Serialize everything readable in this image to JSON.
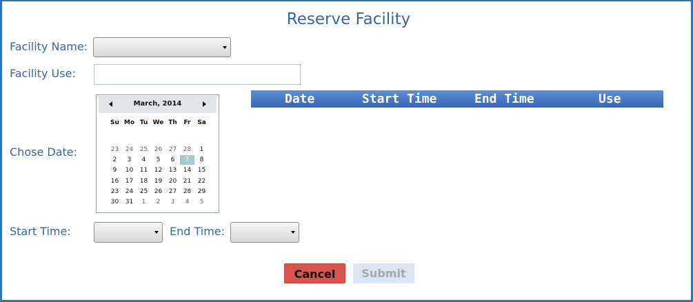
{
  "page": {
    "title": "Reserve Facility"
  },
  "form": {
    "facility_name_label": "Facility Name:",
    "facility_name_value": "",
    "facility_use_label": "Facility Use:",
    "facility_use_value": "",
    "chose_date_label": "Chose Date:",
    "start_time_label": "Start Time:",
    "start_time_value": "",
    "end_time_label": "End Time:",
    "end_time_value": ""
  },
  "calendar": {
    "month_label": "March, 2014",
    "weekdays": [
      "Su",
      "Mo",
      "Tu",
      "We",
      "Th",
      "Fr",
      "Sa"
    ],
    "selected_day": "7",
    "weeks": [
      [
        {
          "d": "23",
          "o": true
        },
        {
          "d": "24",
          "o": true
        },
        {
          "d": "25",
          "o": true
        },
        {
          "d": "26",
          "o": true
        },
        {
          "d": "27",
          "o": true
        },
        {
          "d": "28",
          "o": true
        },
        {
          "d": "1",
          "o": false
        }
      ],
      [
        {
          "d": "2",
          "o": false
        },
        {
          "d": "3",
          "o": false
        },
        {
          "d": "4",
          "o": false
        },
        {
          "d": "5",
          "o": false
        },
        {
          "d": "6",
          "o": false
        },
        {
          "d": "7",
          "o": false
        },
        {
          "d": "8",
          "o": false
        }
      ],
      [
        {
          "d": "9",
          "o": false
        },
        {
          "d": "10",
          "o": false
        },
        {
          "d": "11",
          "o": false
        },
        {
          "d": "12",
          "o": false
        },
        {
          "d": "13",
          "o": false
        },
        {
          "d": "14",
          "o": false
        },
        {
          "d": "15",
          "o": false
        }
      ],
      [
        {
          "d": "16",
          "o": false
        },
        {
          "d": "17",
          "o": false
        },
        {
          "d": "18",
          "o": false
        },
        {
          "d": "19",
          "o": false
        },
        {
          "d": "20",
          "o": false
        },
        {
          "d": "21",
          "o": false
        },
        {
          "d": "22",
          "o": false
        }
      ],
      [
        {
          "d": "23",
          "o": false
        },
        {
          "d": "24",
          "o": false
        },
        {
          "d": "25",
          "o": false
        },
        {
          "d": "26",
          "o": false
        },
        {
          "d": "27",
          "o": false
        },
        {
          "d": "28",
          "o": false
        },
        {
          "d": "29",
          "o": false
        }
      ],
      [
        {
          "d": "30",
          "o": false
        },
        {
          "d": "31",
          "o": false
        },
        {
          "d": "1",
          "o": true
        },
        {
          "d": "2",
          "o": true
        },
        {
          "d": "3",
          "o": true
        },
        {
          "d": "4",
          "o": true
        },
        {
          "d": "5",
          "o": true
        }
      ]
    ]
  },
  "table": {
    "columns": [
      "Date",
      "Start Time",
      "End Time",
      "Use"
    ]
  },
  "buttons": {
    "cancel_label": "Cancel",
    "submit_label": "Submit"
  },
  "colors": {
    "accent": "#3b64a8",
    "border": "#2f73b7",
    "cancel": "#d9534f",
    "submit_disabled": "#dbe5f3"
  }
}
